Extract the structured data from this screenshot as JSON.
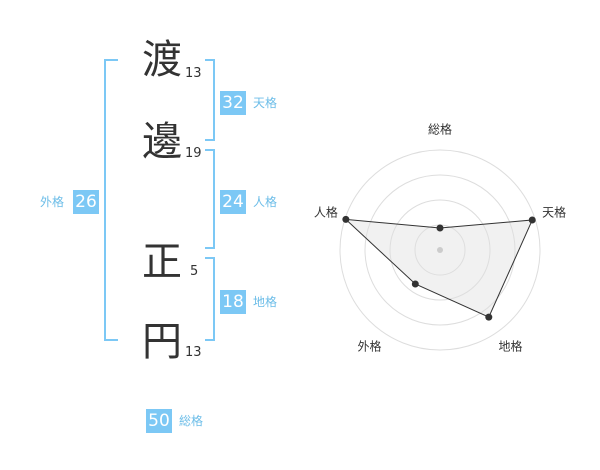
{
  "name": {
    "chars": [
      {
        "char": "渡",
        "strokes": "13"
      },
      {
        "char": "邊",
        "strokes": "19"
      },
      {
        "char": "正",
        "strokes": "5"
      },
      {
        "char": "円",
        "strokes": "13"
      }
    ]
  },
  "scores": {
    "tenkaku": {
      "value": "32",
      "label": "天格"
    },
    "jinkaku": {
      "value": "24",
      "label": "人格"
    },
    "chikaku": {
      "value": "18",
      "label": "地格"
    },
    "gaikaku": {
      "value": "26",
      "label": "外格"
    },
    "soukaku": {
      "value": "50",
      "label": "総格"
    }
  },
  "colors": {
    "accent": "#7cc8f5",
    "bracket": "#7cc8f5",
    "text": "#333333",
    "label": "#6cbde8",
    "radar_fill": "#f2f2f2"
  },
  "chart_data": {
    "type": "radar",
    "axes": [
      "総格",
      "天格",
      "地格",
      "外格",
      "人格"
    ],
    "values": [
      0.22,
      0.97,
      0.83,
      0.42,
      0.99
    ],
    "range": [
      0,
      1
    ],
    "rings": 4
  }
}
